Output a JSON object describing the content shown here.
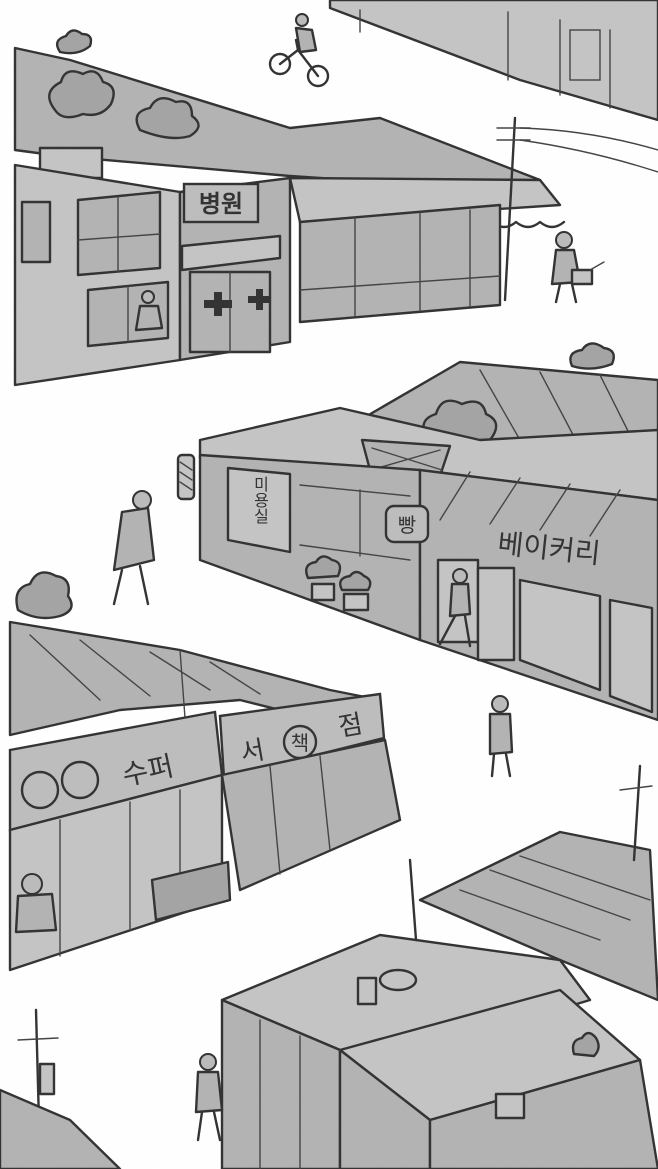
{
  "signs": {
    "hospital": "병원",
    "bakery_badge": "빵",
    "bakery": "베이커리",
    "beauty": "미용실",
    "supermarket": "수퍼",
    "bookstore_a": "서",
    "bookstore_b": "책",
    "bookstore_c": "점"
  },
  "colors": {
    "paper": "#ffffff",
    "ink": "#333333",
    "building_gray": "#b3b3b3"
  }
}
